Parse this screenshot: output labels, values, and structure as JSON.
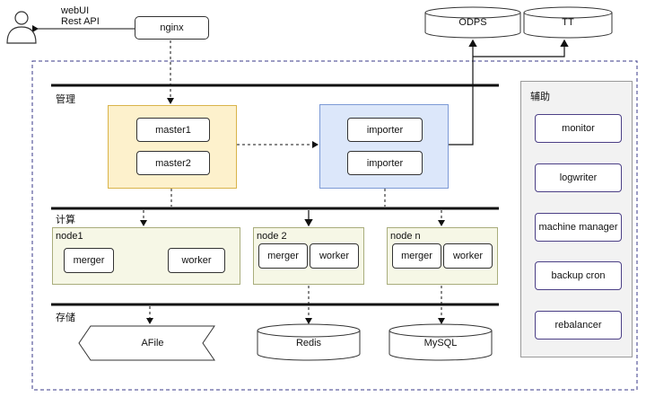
{
  "user": {
    "line1": "webUI",
    "line2": "Rest API"
  },
  "nginx": "nginx",
  "stores_top": {
    "odps": "ODPS",
    "tt": "TT"
  },
  "sections": {
    "manage": "管理",
    "compute": "计算",
    "storage": "存储",
    "aux": "辅助"
  },
  "manage": {
    "masters": [
      "master1",
      "master2"
    ],
    "importers": [
      "importer",
      "importer"
    ]
  },
  "compute": {
    "node1": {
      "title": "node1",
      "merger": "merger",
      "worker": "worker"
    },
    "node2": {
      "title": "node 2",
      "merger": "merger",
      "worker": "worker"
    },
    "noden": {
      "title": "node n",
      "merger": "merger",
      "worker": "worker"
    }
  },
  "storage": {
    "afile": "AFile",
    "redis": "Redis",
    "mysql": "MySQL"
  },
  "aux_items": [
    "monitor",
    "logwriter",
    "machine manager",
    "backup cron",
    "rebalancer"
  ],
  "colors": {
    "master_fill": "#fdf1cc",
    "master_border": "#d9b44a",
    "importer_fill": "#dce7fa",
    "importer_border": "#7c9ad6",
    "node_fill": "#f6f7e6",
    "node_border": "#a9ad7c",
    "aux_fill": "#f2f2f2",
    "aux_border": "#4b3f86",
    "dashed_border": "#3a3a8a"
  }
}
